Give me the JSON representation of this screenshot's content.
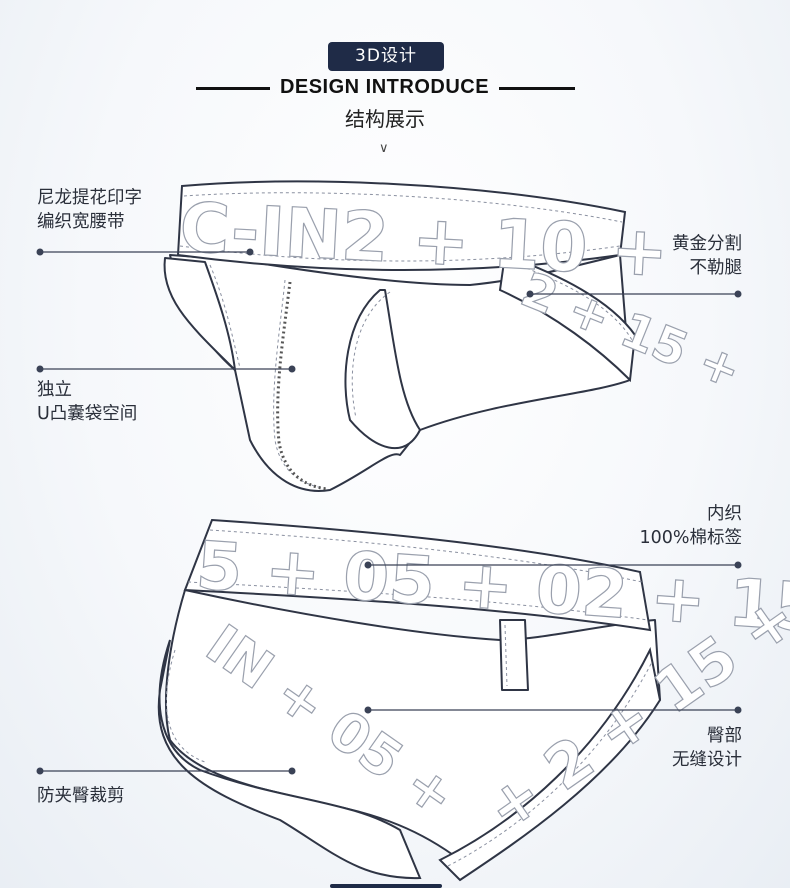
{
  "header": {
    "badge": "3D设计",
    "headline": "DESIGN  INTRODUCE",
    "subhead": "结构展示",
    "chevron": "∨"
  },
  "labels": {
    "waistband": [
      "尼龙提花印字",
      "编织宽腰带"
    ],
    "golden_split": [
      "黄金分割",
      "不勒腿"
    ],
    "pouch": [
      "独立",
      "U凸囊袋空间"
    ],
    "inner_label": [
      "内织",
      "100%棉标签"
    ],
    "seamless": [
      "臀部",
      "无缝设计"
    ],
    "anti_pinch": [
      "防夹臀裁剪"
    ]
  },
  "band_print": {
    "front_top": "C-IN2 + 10 +",
    "front_side": "2 + 15 +",
    "back_top": "5 + 05 + 02 + 15",
    "back_right": "+ 2 + 15 +",
    "back_left": "IN + 05 +"
  },
  "colors": {
    "accent": "#1f2b47",
    "line": "#3a4256",
    "background": "#f6f8fb"
  }
}
